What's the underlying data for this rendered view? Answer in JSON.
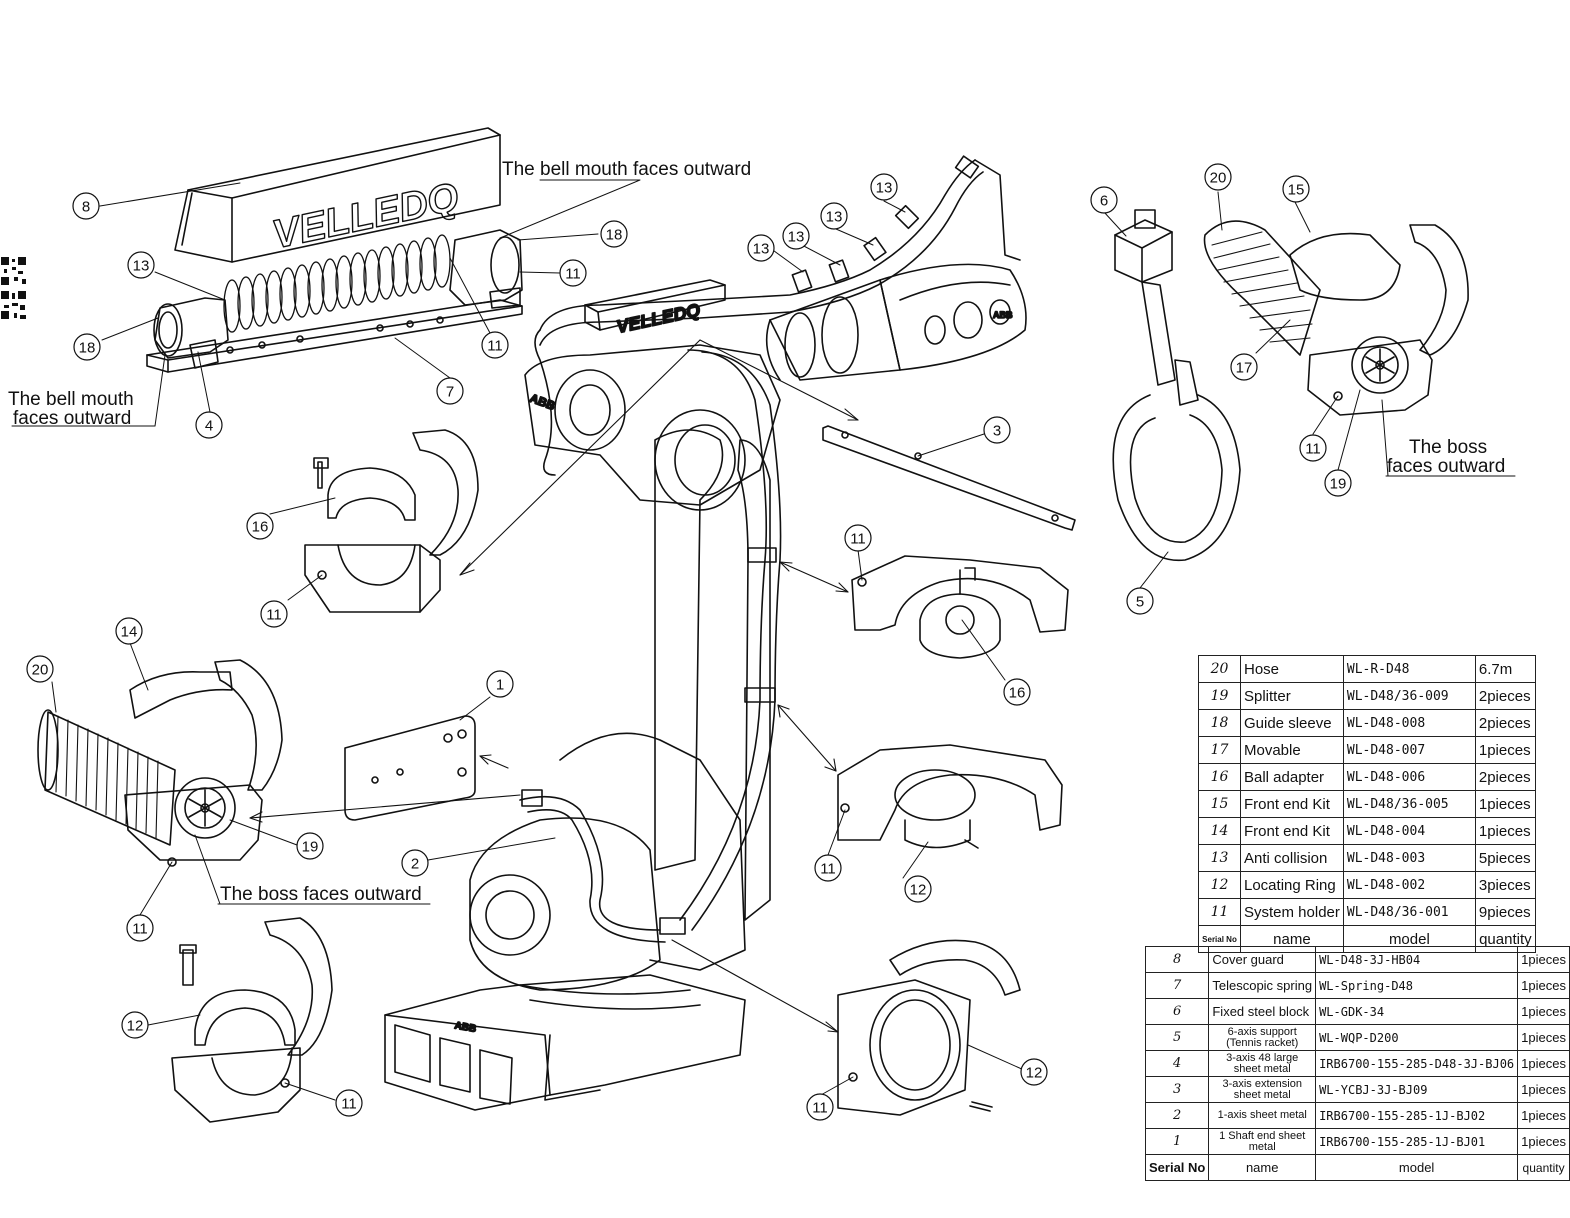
{
  "brand_logo_text": "VELLEDQ",
  "cover_guard_logo_text": "VELLEDQ",
  "robot_logo_text": "ABB",
  "notes": {
    "bell_mouth_top": "The bell mouth faces outward",
    "bell_mouth_left_line1": "The bell mouth",
    "bell_mouth_left_line2": "faces outward",
    "boss_right_line1": "The boss",
    "boss_right_line2": "faces outward",
    "boss_bottom": "The boss faces outward"
  },
  "callouts": [
    "8",
    "18",
    "13",
    "11",
    "18",
    "11",
    "7",
    "4",
    "13",
    "13",
    "13",
    "13",
    "3",
    "6",
    "20",
    "15",
    "17",
    "11",
    "19",
    "5",
    "16",
    "11",
    "11",
    "16",
    "1",
    "14",
    "20",
    "19",
    "2",
    "11",
    "11",
    "12",
    "12",
    "11",
    "12",
    "11"
  ],
  "bom_upper": {
    "header": {
      "serial": "Serial No",
      "name": "name",
      "model": "model",
      "quantity": "quantity"
    },
    "rows": [
      {
        "no": "20",
        "name": "Hose",
        "model": "WL-R-D48",
        "qty": "6.7m"
      },
      {
        "no": "19",
        "name": "Splitter",
        "model": "WL-D48/36-009",
        "qty": "2pieces"
      },
      {
        "no": "18",
        "name": "Guide sleeve",
        "model": "WL-D48-008",
        "qty": "2pieces"
      },
      {
        "no": "17",
        "name": "Movable",
        "model": "WL-D48-007",
        "qty": "1pieces"
      },
      {
        "no": "16",
        "name": "Ball adapter",
        "model": "WL-D48-006",
        "qty": "2pieces"
      },
      {
        "no": "15",
        "name": "Front end Kit",
        "model": "WL-D48/36-005",
        "qty": "1pieces"
      },
      {
        "no": "14",
        "name": "Front end Kit",
        "model": "WL-D48-004",
        "qty": "1pieces"
      },
      {
        "no": "13",
        "name": "Anti collision",
        "model": "WL-D48-003",
        "qty": "5pieces"
      },
      {
        "no": "12",
        "name": "Locating Ring",
        "model": "WL-D48-002",
        "qty": "3pieces"
      },
      {
        "no": "11",
        "name": "System holder",
        "model": "WL-D48/36-001",
        "qty": "9pieces"
      }
    ]
  },
  "bom_lower": {
    "header": {
      "serial": "Serial No",
      "name": "name",
      "model": "model",
      "quantity": "quantity"
    },
    "rows": [
      {
        "no": "8",
        "name": "Cover guard",
        "model": "WL-D48-3J-HB04",
        "qty": "1pieces"
      },
      {
        "no": "7",
        "name": "Telescopic spring",
        "model": "WL-Spring-D48",
        "qty": "1pieces"
      },
      {
        "no": "6",
        "name": "Fixed steel block",
        "model": "WL-GDK-34",
        "qty": "1pieces"
      },
      {
        "no": "5",
        "name": "6-axis support (Tennis racket)",
        "model": "WL-WQP-D200",
        "qty": "1pieces"
      },
      {
        "no": "4",
        "name": "3-axis 48 large sheet metal",
        "model": "IRB6700-155-285-D48-3J-BJ06",
        "qty": "1pieces"
      },
      {
        "no": "3",
        "name": "3-axis extension sheet metal",
        "model": "WL-YCBJ-3J-BJ09",
        "qty": "1pieces"
      },
      {
        "no": "2",
        "name": "1-axis sheet metal",
        "model": "IRB6700-155-285-1J-BJ02",
        "qty": "1pieces"
      },
      {
        "no": "1",
        "name": "1 Shaft end sheet metal",
        "model": "IRB6700-155-285-1J-BJ01",
        "qty": "1pieces"
      }
    ]
  }
}
